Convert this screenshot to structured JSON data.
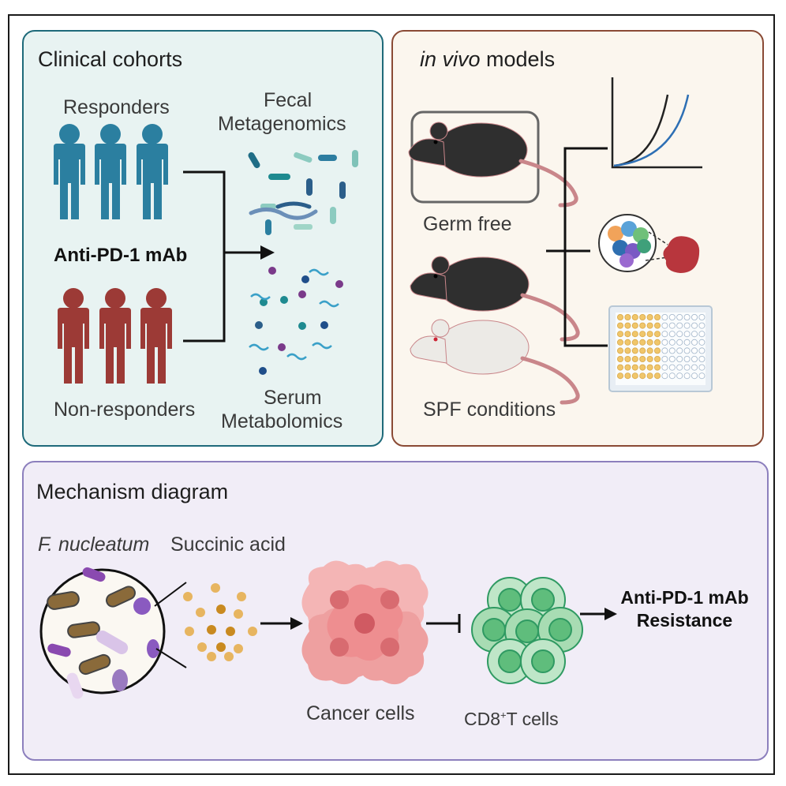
{
  "clinical": {
    "title": "Clinical cohorts",
    "responders": "Responders",
    "treatment": "Anti-PD-1 mAb",
    "nonresponders": "Non-responders",
    "fecal_line1": "Fecal",
    "fecal_line2": "Metagenomics",
    "serum_line1": "Serum",
    "serum_line2": "Metabolomics"
  },
  "invivo": {
    "title_italic": "in vivo",
    "title_rest": " models",
    "germfree": "Germ free",
    "spf": "SPF conditions"
  },
  "mechanism": {
    "title": "Mechanism diagram",
    "bacterium": "F. nucleatum",
    "metabolite": "Succinic acid",
    "cancer": "Cancer cells",
    "tcell_prefix": "CD8",
    "tcell_sup": "+",
    "tcell_suffix": "T cells",
    "outcome_line1": "Anti-PD-1 mAb",
    "outcome_line2": "Resistance"
  },
  "colors": {
    "responder": "#2b7fa0",
    "nonresponder": "#9c3a36",
    "clinical_border": "#1e6a7a",
    "invivo_border": "#8a4a35",
    "mech_border": "#8c7fbd"
  }
}
